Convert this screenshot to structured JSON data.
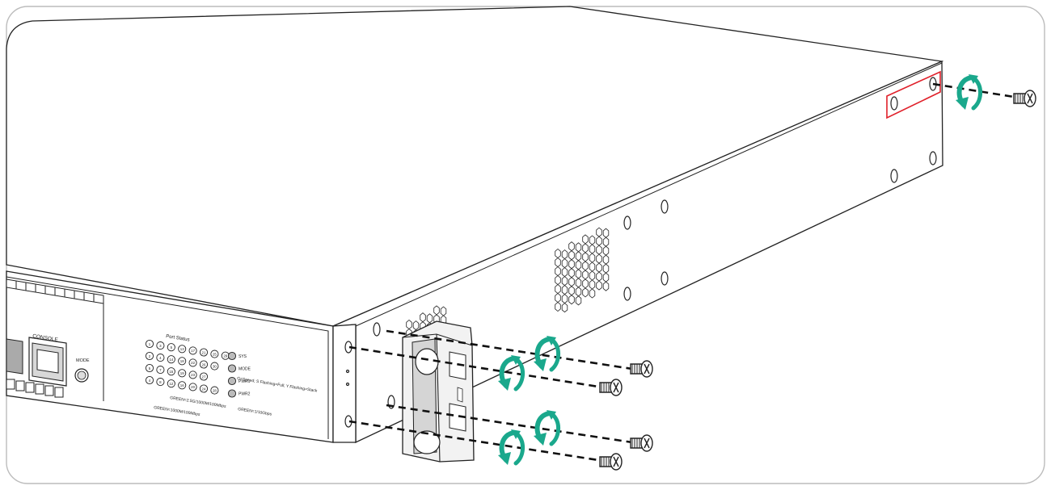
{
  "front_panel": {
    "console_label": "CONSOLE",
    "mode_button_label": "MODE",
    "port_status_title": "Port Status",
    "port_numbers": [
      [
        "1",
        "3",
        "5",
        "13",
        "17",
        "21",
        "25",
        "29"
      ],
      [
        "2",
        "4",
        "14",
        "18",
        "22",
        "26",
        "30"
      ],
      [
        "5",
        "7",
        "15",
        "19",
        "23",
        "27"
      ],
      [
        "4",
        "8",
        "12",
        "16",
        "20",
        "24",
        "28"
      ]
    ],
    "led_labels": [
      "SYS",
      "MODE",
      "PWR1",
      "PWR2"
    ],
    "mode_description": "G=Speed; S Flashing=Full; Y Flashing=Stack",
    "speed_legend_1": "GREEN=1000M/100Mbps",
    "speed_legend_2": "GREEN=2.5G/1000M/100Mbps",
    "speed_legend_3": "GREEN=1/10Gbps"
  },
  "colors": {
    "outline": "#222222",
    "rotation_arrow": "#1aa88c",
    "highlight_box": "#e0202a",
    "frame": "#bcbcbc"
  },
  "icons": {
    "screw": "phillips-screw-icon",
    "rotation": "clockwise-rotation-arrow-icon"
  }
}
